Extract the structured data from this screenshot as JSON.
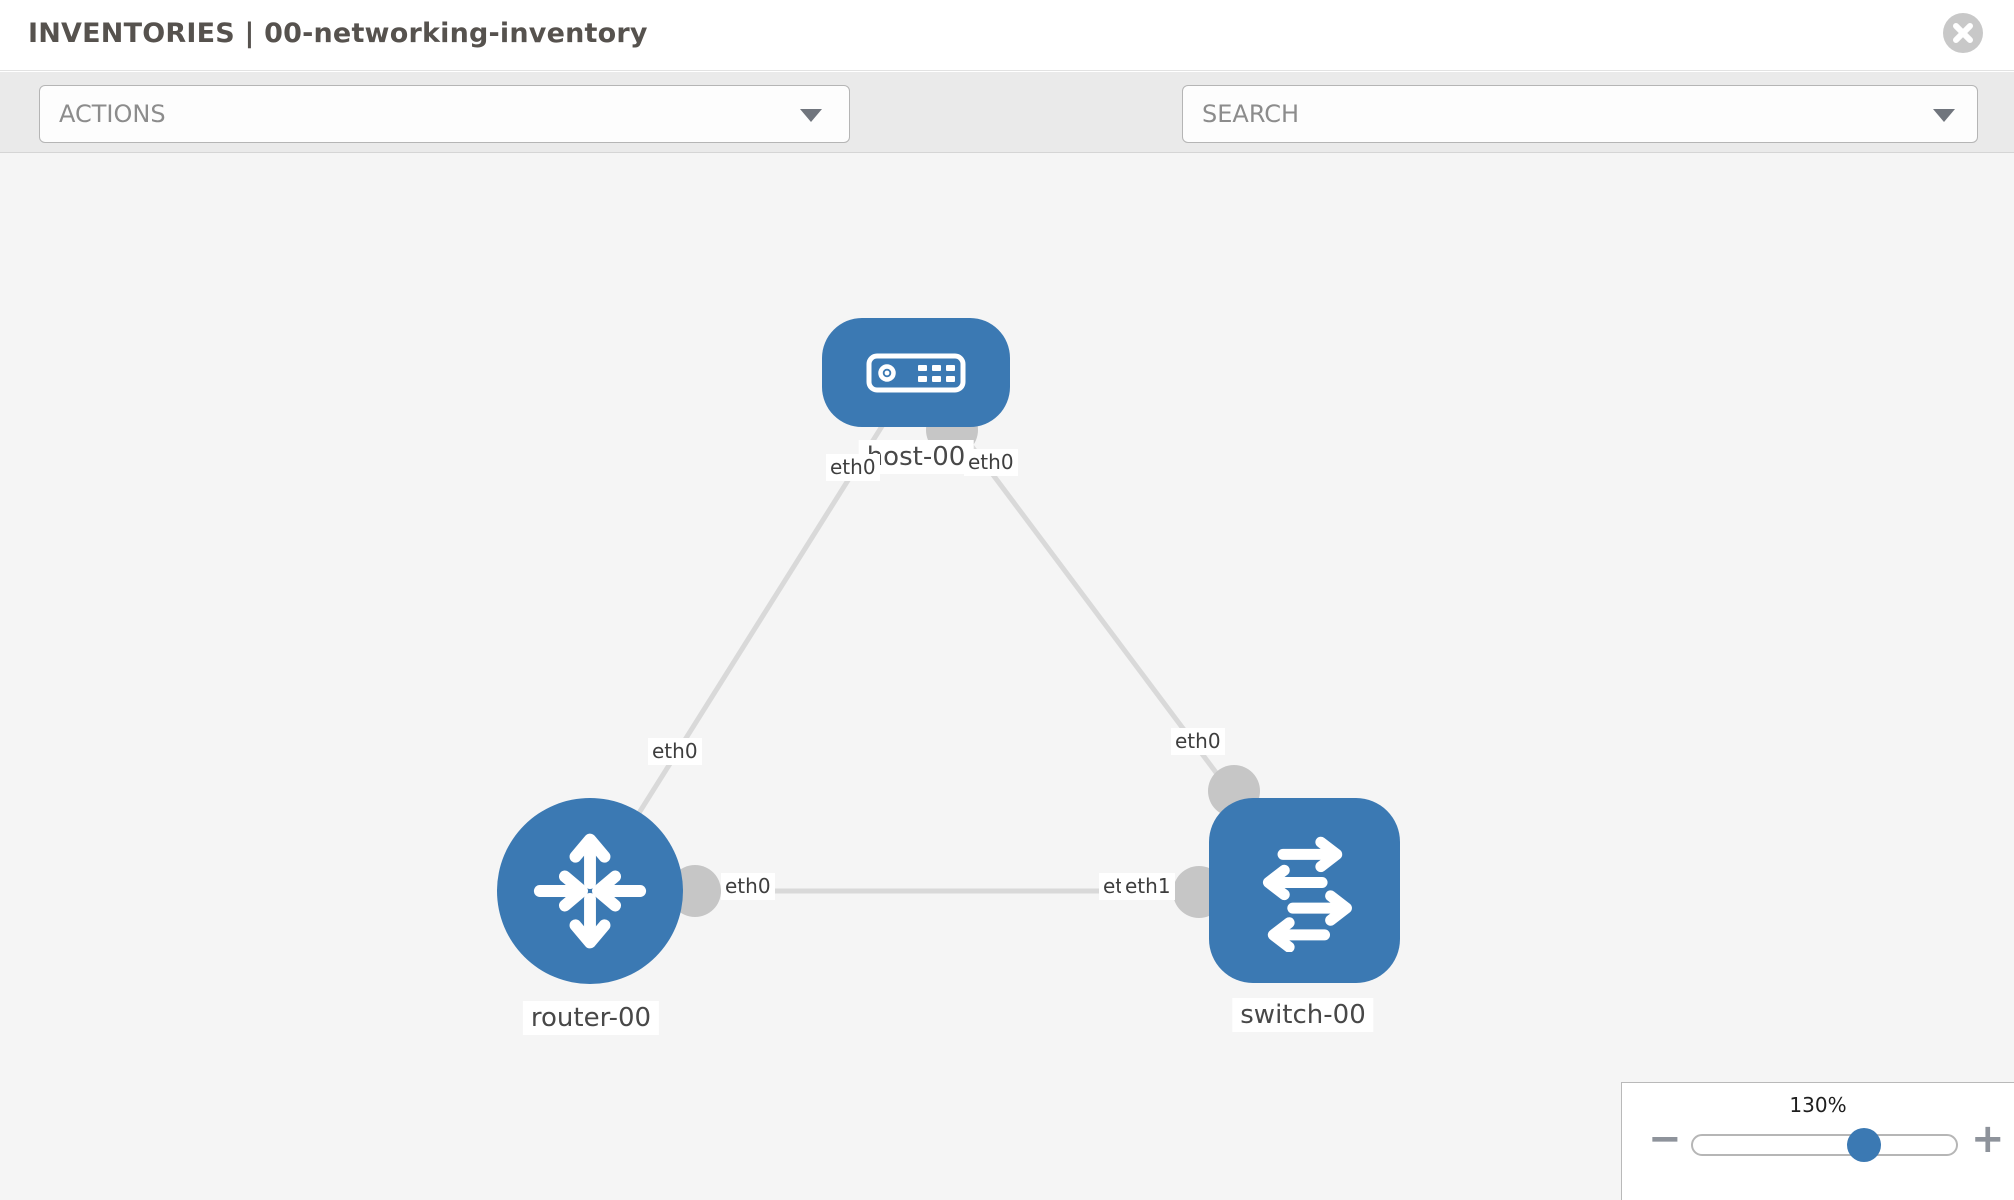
{
  "header": {
    "title": "INVENTORIES | 00-networking-inventory"
  },
  "toolbar": {
    "actions_label": "ACTIONS",
    "search_placeholder": "SEARCH",
    "icons": [
      "wrench-icon",
      "key-icon"
    ]
  },
  "topology": {
    "nodes": [
      {
        "id": "host-00",
        "type": "host",
        "label": "host-00"
      },
      {
        "id": "router-00",
        "type": "router",
        "label": "router-00"
      },
      {
        "id": "switch-00",
        "type": "switch",
        "label": "switch-00"
      }
    ],
    "links": [
      {
        "from": "router-00",
        "to": "host-00",
        "from_interface": "eth0",
        "to_interface": "eth0"
      },
      {
        "from": "host-00",
        "to": "switch-00",
        "from_interface": "eth0",
        "to_interface": "eth0"
      },
      {
        "from": "router-00",
        "to": "switch-00",
        "from_interface": "eth0",
        "to_interface": "eth1",
        "to_interface_under": "eth0"
      }
    ]
  },
  "zoom_control": {
    "level": "130%",
    "minus_label": "−",
    "plus_label": "+"
  },
  "colors": {
    "node_blue": "#3b79b3",
    "connector_gray": "#c6c6c6",
    "link_gray": "#d9d9d9",
    "toolbar_gray": "#eaeaea",
    "canvas_gray": "#f5f5f5"
  }
}
